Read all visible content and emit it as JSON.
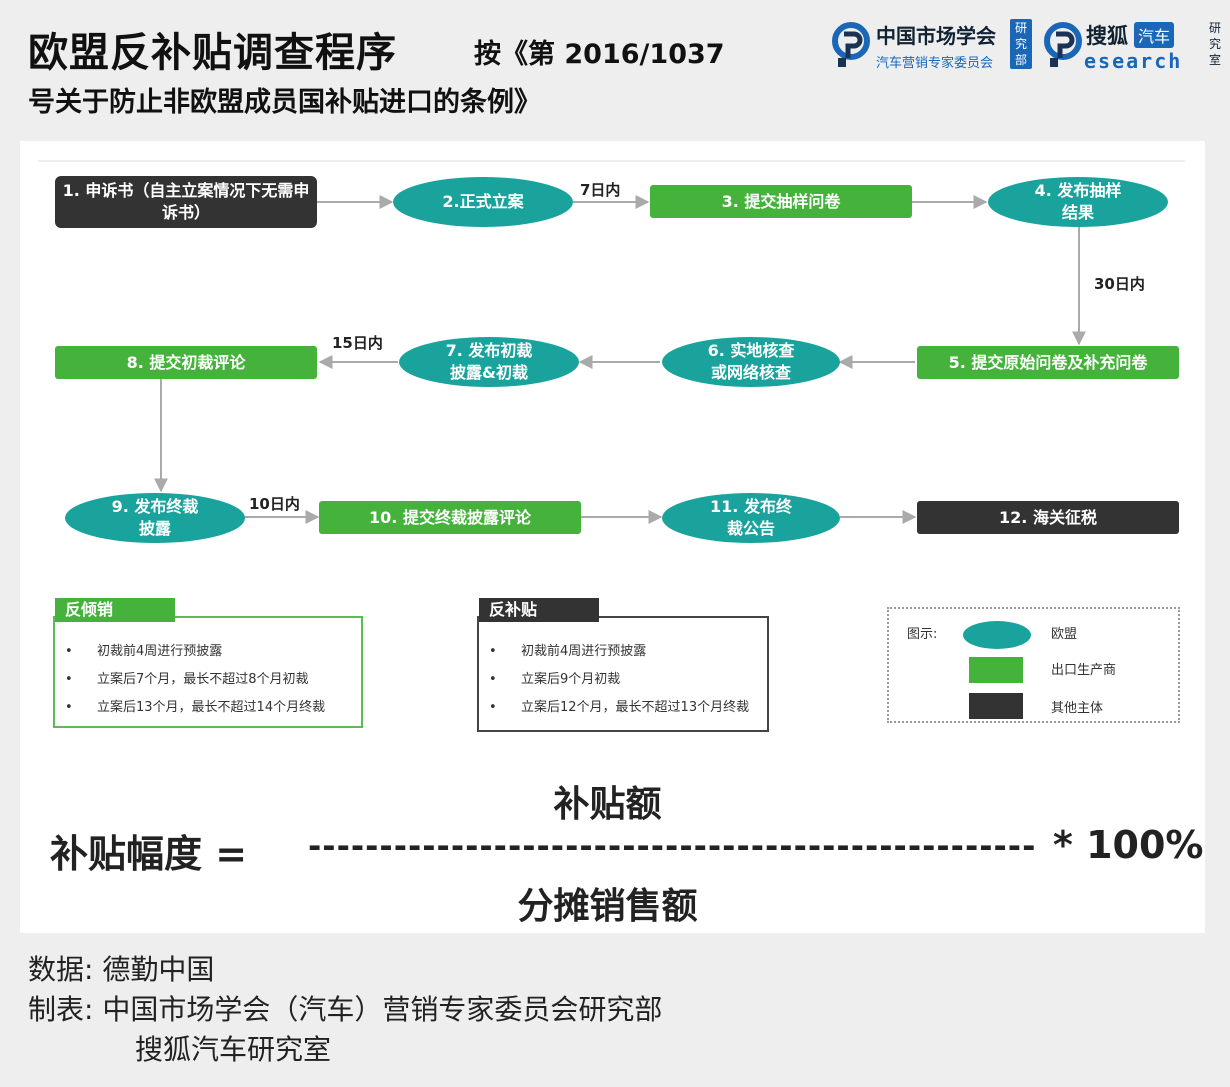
{
  "header": {
    "title_main": "欧盟反补贴调查程序",
    "title_sub1": "按《第 2016/1037",
    "title_sub2": "号关于防止非欧盟成员国补贴进口的条例》"
  },
  "logos": {
    "logo1_top": "中国市场学会",
    "logo1_bottom": "汽车营销专家委员会",
    "logo1_badge": [
      "研",
      "究",
      "部"
    ],
    "logo2_top": "搜狐",
    "logo2_badge": "汽车",
    "logo2_bottom": "esearch",
    "logo2_side": [
      "研",
      "究",
      "室"
    ]
  },
  "flow": {
    "nodes": [
      {
        "id": "n1",
        "text": "1. 申诉书（自主立案情况下无需申诉书）",
        "type": "other"
      },
      {
        "id": "n2",
        "text": "2.正式立案",
        "type": "eu"
      },
      {
        "id": "n3",
        "text": "3. 提交抽样问卷",
        "type": "exporter"
      },
      {
        "id": "n4",
        "text": "4. 发布抽样结果",
        "type": "eu"
      },
      {
        "id": "n5",
        "text": "5. 提交原始问卷及补充问卷",
        "type": "exporter"
      },
      {
        "id": "n6",
        "text": "6. 实地核查或网络核查",
        "type": "eu"
      },
      {
        "id": "n7",
        "text": "7. 发布初裁披露&初裁",
        "type": "eu"
      },
      {
        "id": "n8",
        "text": "8. 提交初裁评论",
        "type": "exporter"
      },
      {
        "id": "n9",
        "text": "9. 发布终裁披露",
        "type": "eu"
      },
      {
        "id": "n10",
        "text": "10. 提交终裁披露评论",
        "type": "exporter"
      },
      {
        "id": "n11",
        "text": "11. 发布终裁公告",
        "type": "eu"
      },
      {
        "id": "n12",
        "text": "12. 海关征税",
        "type": "other"
      }
    ],
    "labels": {
      "l_7days": "7日内",
      "l_30days": "30日内",
      "l_15days": "15日内",
      "l_10days": "10日内"
    }
  },
  "antidumping": {
    "title": "反倾销",
    "items": [
      "初裁前4周进行预披露",
      "立案后7个月，最长不超过8个月初裁",
      "立案后13个月，最长不超过14个月终裁"
    ]
  },
  "antisubsidy": {
    "title": "反补贴",
    "items": [
      "初裁前4周进行预披露",
      "立案后9个月初裁",
      "立案后12个月，最长不超过13个月终裁"
    ]
  },
  "legend": {
    "title": "图示:",
    "eu": "欧盟",
    "exporter": "出口生产商",
    "other": "其他主体"
  },
  "formula": {
    "numerator": "补贴额",
    "lhs": "补贴幅度 =",
    "dashes": "--------------------------------------------------------------------------------------------",
    "rhs": "* 100%",
    "denominator": "分摊销售额"
  },
  "footer": {
    "data_line": "数据:  德勤中国",
    "maker_line": "制表:  中国市场学会（汽车）营销专家委员会研究部",
    "maker_line2": "搜狐汽车研究室"
  },
  "colors": {
    "eu": "#1aa39d",
    "exporter": "#45b33b",
    "other": "#333333"
  }
}
